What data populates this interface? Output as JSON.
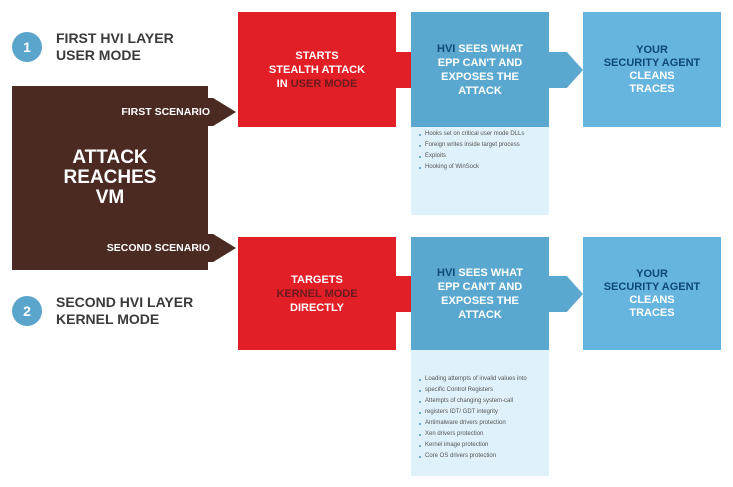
{
  "layers": [
    {
      "number": "1",
      "line1": "FIRST HVI LAYER",
      "line2": "USER MODE"
    },
    {
      "number": "2",
      "line1": "SECOND HVI LAYER",
      "line2": "KERNEL MODE"
    }
  ],
  "attack": {
    "line1": "ATTACK",
    "line2": "REACHES",
    "line3": "VM"
  },
  "scenarios": {
    "first": "FIRST SCENARIO",
    "second": "SECOND SCENARIO"
  },
  "row1": {
    "red": {
      "line1": "STARTS",
      "line2": "STEALTH ATTACK",
      "line3_prefix": "IN ",
      "line3_highlight": "USER MODE"
    },
    "hvi": {
      "hvi_word": "HVI",
      "line1_rest": " SEES WHAT",
      "line2": "EPP CAN'T AND",
      "line3": "EXPOSES THE",
      "line4": "ATTACK"
    },
    "agent": {
      "line1": "YOUR",
      "line2": "SECURITY AGENT",
      "line3": "CLEANS",
      "line4": "TRACES"
    },
    "details": [
      "Hooks set on critical user mode DLLs",
      "Foreign writes inside target process",
      "Exploits",
      "Hooking of WinSock"
    ]
  },
  "row2": {
    "red": {
      "line1": "TARGETS",
      "line2_highlight": "KERNEL MODE",
      "line3": "DIRECTLY"
    },
    "hvi": {
      "hvi_word": "HVI",
      "line1_rest": " SEES WHAT",
      "line2": "EPP CAN'T AND",
      "line3": "EXPOSES THE",
      "line4": "ATTACK"
    },
    "agent": {
      "line1": "YOUR",
      "line2": "SECURITY AGENT",
      "line3": "CLEANS",
      "line4": "TRACES"
    },
    "details": [
      "Loading attempts of invalid values into",
      "specific Control Registers",
      "Attempts of changing system-call",
      "registers IDT/ GDT integrity",
      "Antimalware drivers protection",
      "Xen drivers protection",
      "Kernel image protection",
      "Core OS drivers protection"
    ]
  },
  "colors": {
    "attack": "#4a2a22",
    "red": "#e21e26",
    "hvi": "#5aa8cf",
    "agent": "#66b5de",
    "detail_bg": "#dff1fa",
    "circle": "#5aa5cc"
  }
}
